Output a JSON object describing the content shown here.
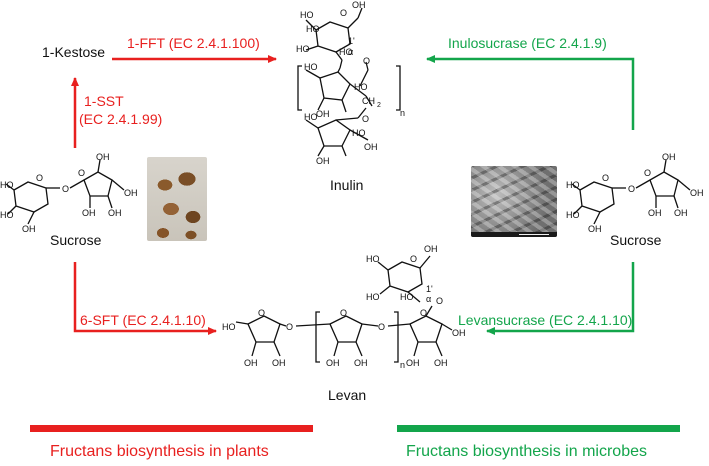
{
  "colors": {
    "plant": "#e8201f",
    "microbe": "#13a54b",
    "structure": "#111111"
  },
  "labels": {
    "kestose": "1-Kestose",
    "fft": "1-FFT (EC 2.4.1.100)",
    "sst_name": "1-SST",
    "sst_ec": "(EC 2.4.1.99)",
    "sft": "6-SFT (EC 2.4.1.10)",
    "inulosucrase": "Inulosucrase (EC 2.4.1.9)",
    "levansucrase": "Levansucrase (EC 2.4.1.10)",
    "sucrose_left": "Sucrose",
    "sucrose_right": "Sucrose",
    "inulin": "Inulin",
    "levan": "Levan"
  },
  "legend": {
    "plants": "Fructans biosynthesis in plants",
    "microbes": "Fructans biosynthesis in microbes"
  },
  "chem_text": {
    "oh": "OH",
    "ho": "HO",
    "o": "O",
    "n": "n",
    "one_prime": "1'",
    "alpha": "α",
    "ch2": "CH",
    "sub2": "2"
  },
  "images": {
    "tuber": "jerusalem-artichoke-tubers-photo",
    "microbe": "bacteria-sem-micrograph"
  }
}
